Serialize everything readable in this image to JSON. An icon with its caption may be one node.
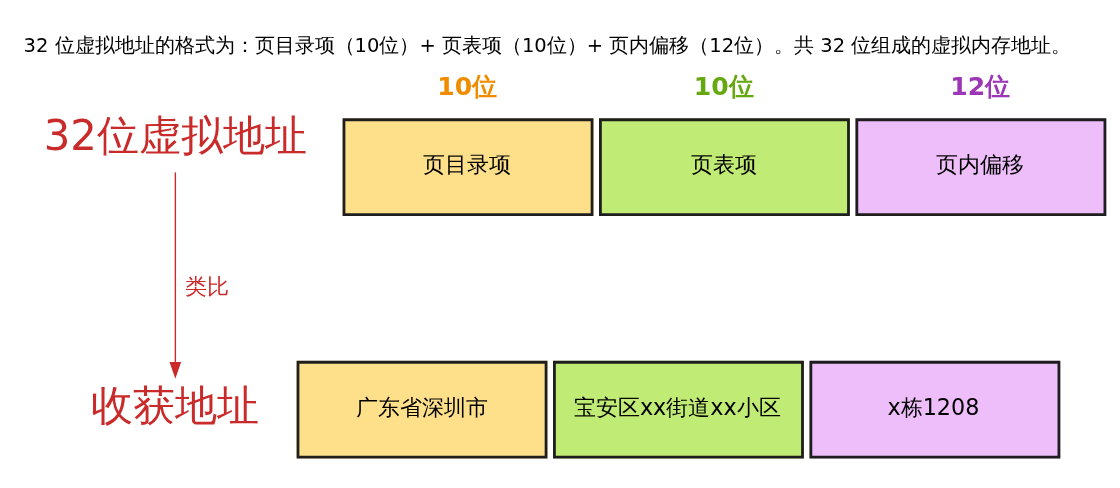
{
  "diagram": {
    "title": "32 位虚拟地址的格式为：页目录项（10位）+ 页表项（10位）+ 页内偏移（12位）。共 32 位组成的虚拟内存地址。",
    "nodes": [
      {
        "text": [
          "32位虚拟地址"
        ]
      },
      {
        "text": [
          "收获地址"
        ]
      },
      {
        "text": [
          "页目录项"
        ],
        "beside": [
          "10位"
        ]
      },
      {
        "text": [
          "页表项"
        ],
        "beside": [
          "10位"
        ]
      },
      {
        "text": [
          "页内偏移"
        ],
        "beside": [
          "12位"
        ]
      },
      {
        "text": [
          "广东省深圳市"
        ]
      },
      {
        "text": [
          "宝安区xx街道xx小区"
        ]
      },
      {
        "text": [
          "x栋1208"
        ]
      }
    ],
    "edges": [
      {
        "from": 0,
        "to": 1,
        "arrow": "to",
        "label": "类比"
      }
    ]
  }
}
